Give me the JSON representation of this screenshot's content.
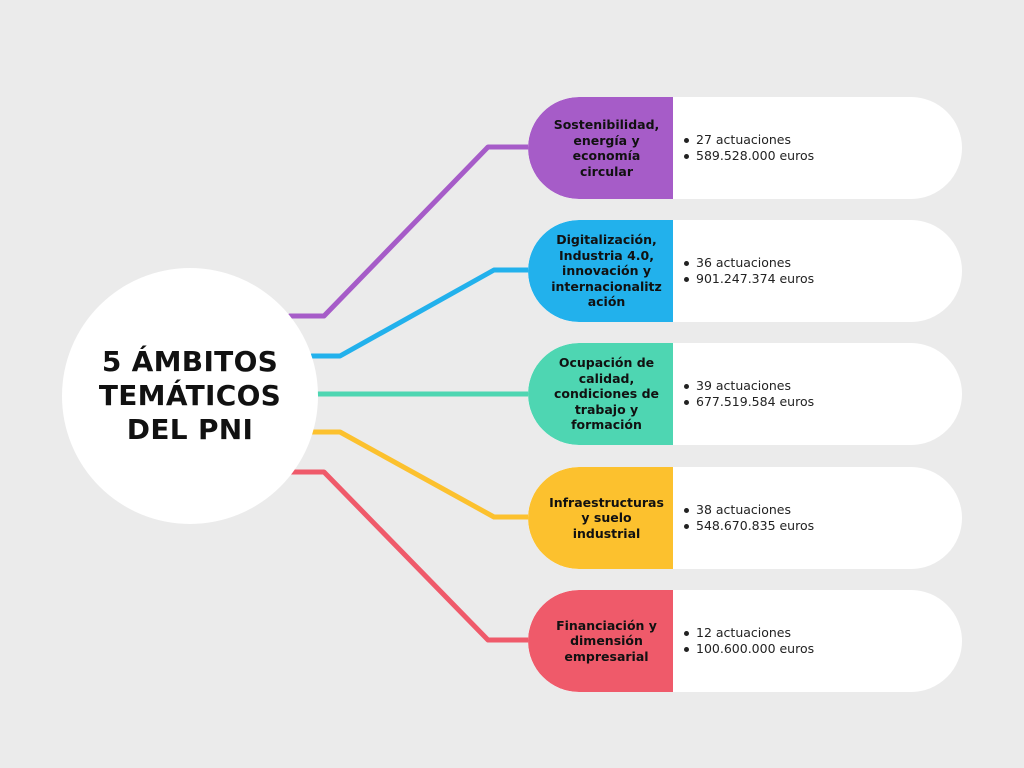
{
  "center": {
    "title_lines": [
      "5 ÁMBITOS",
      "TEMÁTICOS",
      "DEL PNI"
    ]
  },
  "items": [
    {
      "label_lines": [
        "Sostenibilidad,",
        "energía y",
        "economía",
        "circular"
      ],
      "actuaciones": "27 actuaciones",
      "euros": "589.528.000 euros",
      "color": "#a65cc8"
    },
    {
      "label_lines": [
        "Digitalización,",
        "Industria 4.0,",
        "innovación  y",
        "internacionalitz",
        "ación"
      ],
      "actuaciones": "36 actuaciones",
      "euros": "901.247.374 euros",
      "color": "#22b1ec"
    },
    {
      "label_lines": [
        "Ocupación de",
        "calidad,",
        "condiciones de",
        "trabajo y",
        "formación"
      ],
      "actuaciones": "39 actuaciones",
      "euros": "677.519.584 euros",
      "color": "#4ed6b2"
    },
    {
      "label_lines": [
        "Infraestructuras",
        "y suelo",
        "industrial"
      ],
      "actuaciones": "38 actuaciones",
      "euros": "548.670.835 euros",
      "color": "#fcc12e"
    },
    {
      "label_lines": [
        "Financiación y",
        "dimensión",
        "empresarial"
      ],
      "actuaciones": "12 actuaciones",
      "euros": "100.600.000 euros",
      "color": "#ef5a6a"
    }
  ]
}
